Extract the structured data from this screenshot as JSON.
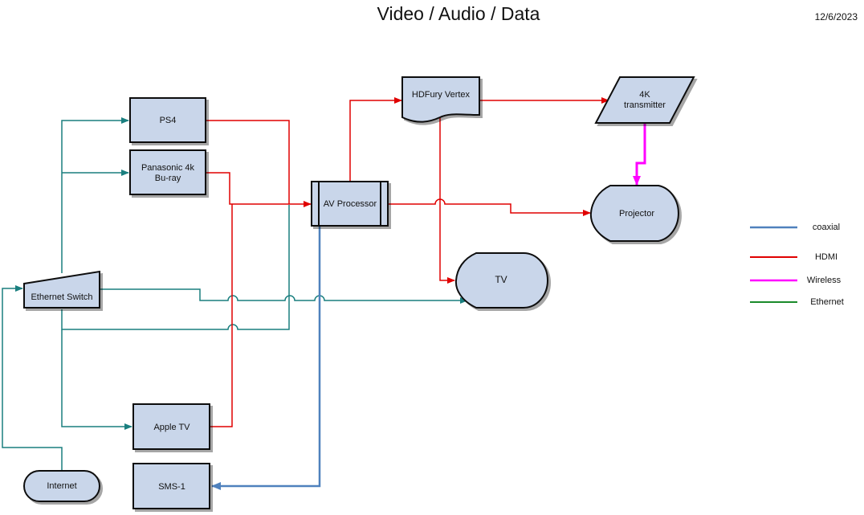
{
  "header": {
    "title": "Video / Audio / Data",
    "date": "12/6/2023"
  },
  "colors": {
    "coaxial": "#4f81bd",
    "hdmi": "#e00000",
    "wireless": "#ff00ff",
    "ethernet": "#1a7f7f",
    "legend_ethernet": "#1a8a2a",
    "node_fill": "#c9d6ea",
    "node_stroke": "#111111"
  },
  "nodes": {
    "ps4": "PS4",
    "bluray": [
      "Panasonic 4k",
      "Bu-ray"
    ],
    "appletv": "Apple TV",
    "sms1": "SMS-1",
    "internet": "Internet",
    "switch": "Ethernet Switch",
    "av": "AV Processor",
    "hdfury": "HDFury Vertex",
    "transmitter": [
      "4K",
      "transmitter"
    ],
    "projector": "Projector",
    "tv": "TV"
  },
  "legend": [
    {
      "label": "coaxial",
      "type": "coaxial"
    },
    {
      "label": "HDMI",
      "type": "hdmi"
    },
    {
      "label": "Wireless",
      "type": "wireless"
    },
    {
      "label": "Ethernet",
      "type": "legend_ethernet"
    }
  ]
}
